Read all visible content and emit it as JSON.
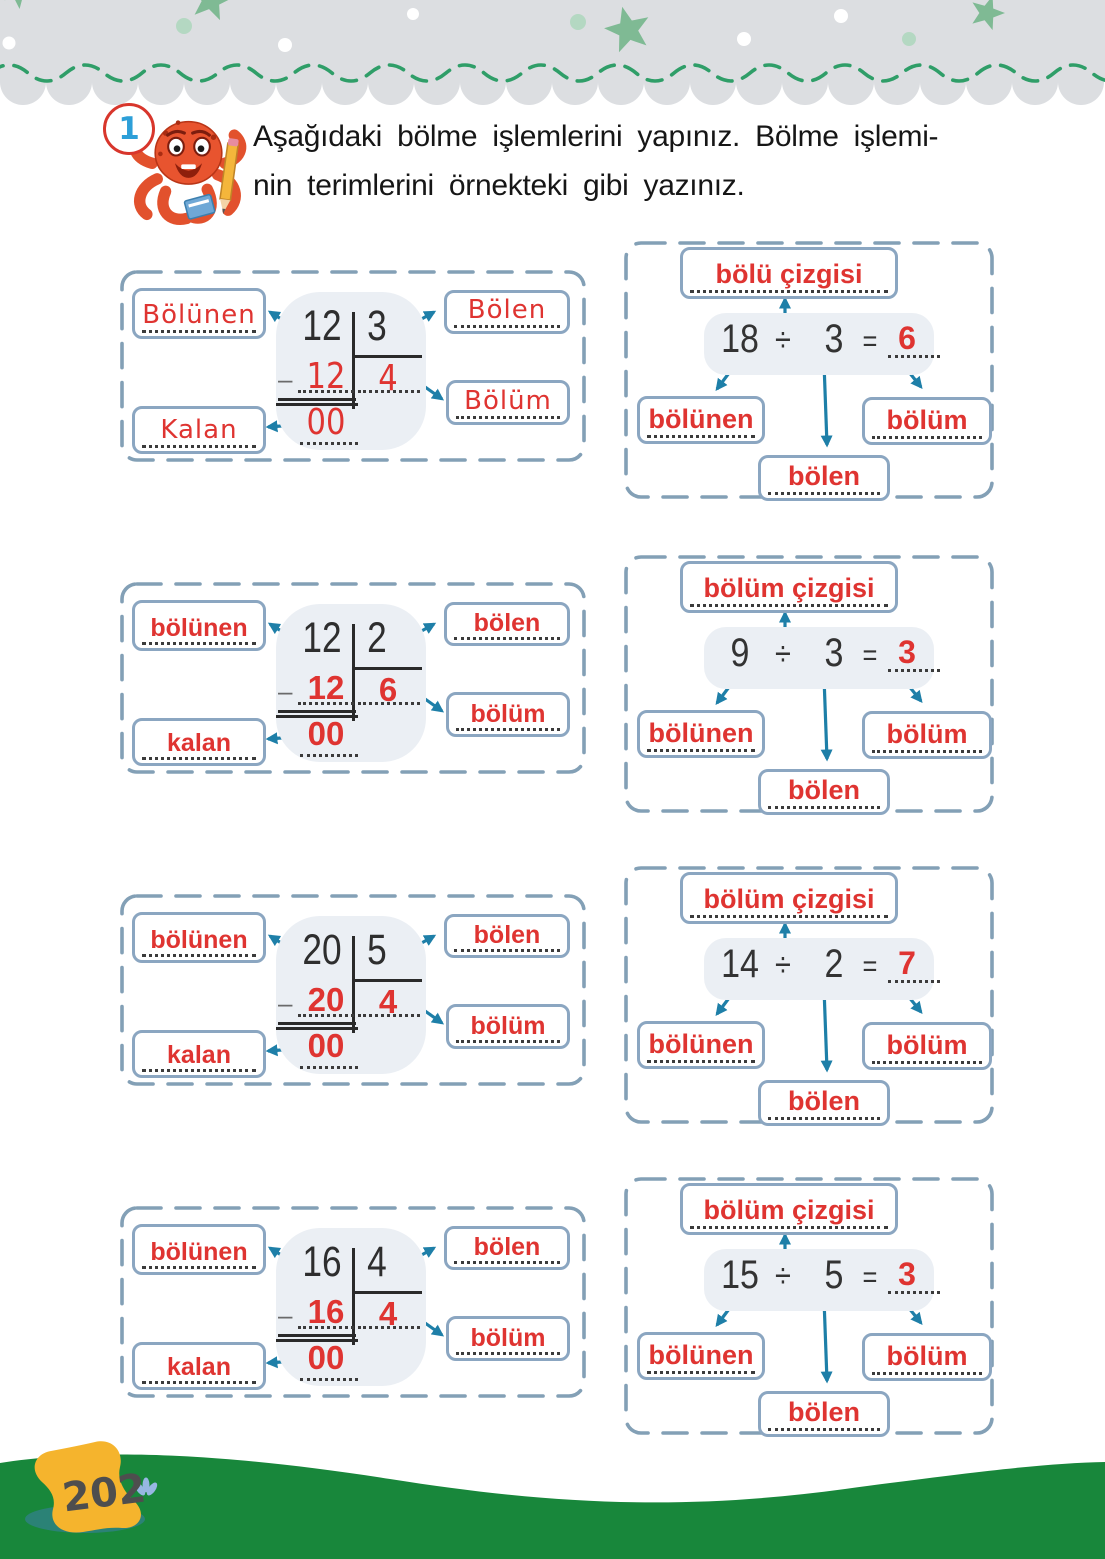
{
  "task": {
    "number": "1",
    "instruction_line1": "Aşağıdaki bölme işlemlerini yapınız. Bölme işlemi-",
    "instruction_line2": "nin terimlerini örnekteki gibi yazınız."
  },
  "page_number": "202",
  "colors": {
    "red_answer": "#df3431",
    "arrow_teal": "#1e7fa8",
    "label_border": "#8ba6c1",
    "dashed_border": "#83a0b6",
    "work_area_gray": "#ebeff4",
    "band_gray": "#dcdee1",
    "star_green": "#7fba94",
    "dash_green": "#2f9e68",
    "hill_green": "#18873b",
    "page_blob_yellow": "#f5b42d"
  },
  "left_boxes": [
    {
      "labels": {
        "dividend": "Bölünen",
        "divisor": "Bölen",
        "quotient": "Bölüm",
        "remainder": "Kalan"
      },
      "division": {
        "dividend": "12",
        "divisor": "3",
        "minus_sign": "–",
        "subtrahend": "12",
        "quotient": "4",
        "remainder": "00"
      }
    },
    {
      "labels": {
        "dividend": "bölünen",
        "divisor": "bölen",
        "quotient": "bölüm",
        "remainder": "kalan"
      },
      "division": {
        "dividend": "12",
        "divisor": "2",
        "minus_sign": "–",
        "subtrahend": "12",
        "quotient": "6",
        "remainder": "00"
      }
    },
    {
      "labels": {
        "dividend": "bölünen",
        "divisor": "bölen",
        "quotient": "bölüm",
        "remainder": "kalan"
      },
      "division": {
        "dividend": "20",
        "divisor": "5",
        "minus_sign": "–",
        "subtrahend": "20",
        "quotient": "4",
        "remainder": "00"
      }
    },
    {
      "labels": {
        "dividend": "bölünen",
        "divisor": "bölen",
        "quotient": "bölüm",
        "remainder": "kalan"
      },
      "division": {
        "dividend": "16",
        "divisor": "4",
        "minus_sign": "–",
        "subtrahend": "16",
        "quotient": "4",
        "remainder": "00"
      }
    }
  ],
  "right_boxes": [
    {
      "top_label": "bölü çizgisi",
      "equation": {
        "dividend": "18",
        "divide_sign": "÷",
        "divisor": "3",
        "equals_sign": "=",
        "result": "6"
      },
      "labels": {
        "dividend": "bölünen",
        "divisor": "bölen",
        "result": "bölüm"
      }
    },
    {
      "top_label": "bölüm çizgisi",
      "equation": {
        "dividend": "9",
        "divide_sign": "÷",
        "divisor": "3",
        "equals_sign": "=",
        "result": "3"
      },
      "labels": {
        "dividend": "bölünen",
        "divisor": "bölen",
        "result": "bölüm"
      }
    },
    {
      "top_label": "bölüm çizgisi",
      "equation": {
        "dividend": "14",
        "divide_sign": "÷",
        "divisor": "2",
        "equals_sign": "=",
        "result": "7"
      },
      "labels": {
        "dividend": "bölünen",
        "divisor": "bölen",
        "result": "bölüm"
      }
    },
    {
      "top_label": "bölüm çizgisi",
      "equation": {
        "dividend": "15",
        "divide_sign": "÷",
        "divisor": "5",
        "equals_sign": "=",
        "result": "3"
      },
      "labels": {
        "dividend": "bölünen",
        "divisor": "bölen",
        "result": "bölüm"
      }
    }
  ]
}
